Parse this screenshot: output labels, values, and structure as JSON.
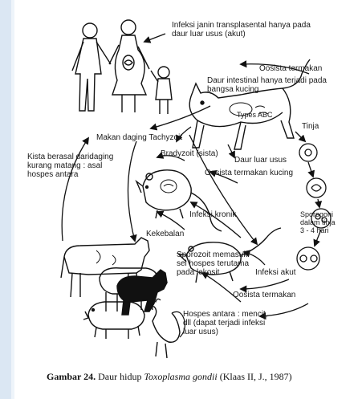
{
  "labels": {
    "infeksi_janin": "Infeksi janin transplasental hanya pada\ndaur luar usus (akut)",
    "ookista_termakan_top": "Oosista termakan",
    "daur_intestinal": "Daur intestinal hanya terjadi pada\nbangsa kucing",
    "types": "Types ABC",
    "makan_daging": "Makan daging Tachyzoit",
    "tinja": "Tinja",
    "bradyzoit": "Bradyzoit (sista)",
    "daur_luar_usus": "Daur luar usus",
    "kista_berasal": "Kista berasal daridaging\nkurang matang : asal\nhospes antara",
    "ookista_termakan_kucing": "Oosista termakan kucing",
    "sporogoni": "Sporogoni\ndalam tinja\n3 - 4 hari",
    "infeksi_kronik": "Infeksi kronik",
    "kekebalan": "Kekebalan",
    "sporozoit": "Sporozoit memasuki\nsel hospes terutama\npada lekosit",
    "infeksi_akut": "Infeksi akut",
    "ookista_termakan_bottom": "Oosista termakan",
    "hospes_antara": "Hospes antara : mencit,\ndll (dapat terjadi infeksi\nluar usus)"
  },
  "caption": {
    "prefix": "Gambar 24.",
    "text": " Daur hidup ",
    "species": "Toxoplasma gondii",
    "suffix": " (Klaas II, J., 1987)"
  }
}
